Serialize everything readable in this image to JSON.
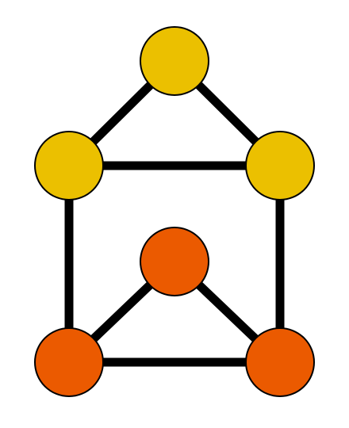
{
  "graph": {
    "edge_color": "#000000",
    "node_stroke_color": "#000000",
    "nodes": [
      {
        "id": "n-top",
        "color": "#EBC000"
      },
      {
        "id": "n-upper-left",
        "color": "#EBC000"
      },
      {
        "id": "n-upper-right",
        "color": "#EBC000"
      },
      {
        "id": "n-inner",
        "color": "#EB5A00"
      },
      {
        "id": "n-lower-left",
        "color": "#EB5A00"
      },
      {
        "id": "n-lower-right",
        "color": "#EB5A00"
      }
    ],
    "edges": [
      [
        "n-top",
        "n-upper-left"
      ],
      [
        "n-top",
        "n-upper-right"
      ],
      [
        "n-upper-left",
        "n-upper-right"
      ],
      [
        "n-upper-left",
        "n-lower-left"
      ],
      [
        "n-upper-right",
        "n-lower-right"
      ],
      [
        "n-inner",
        "n-lower-left"
      ],
      [
        "n-inner",
        "n-lower-right"
      ],
      [
        "n-lower-left",
        "n-lower-right"
      ]
    ]
  }
}
